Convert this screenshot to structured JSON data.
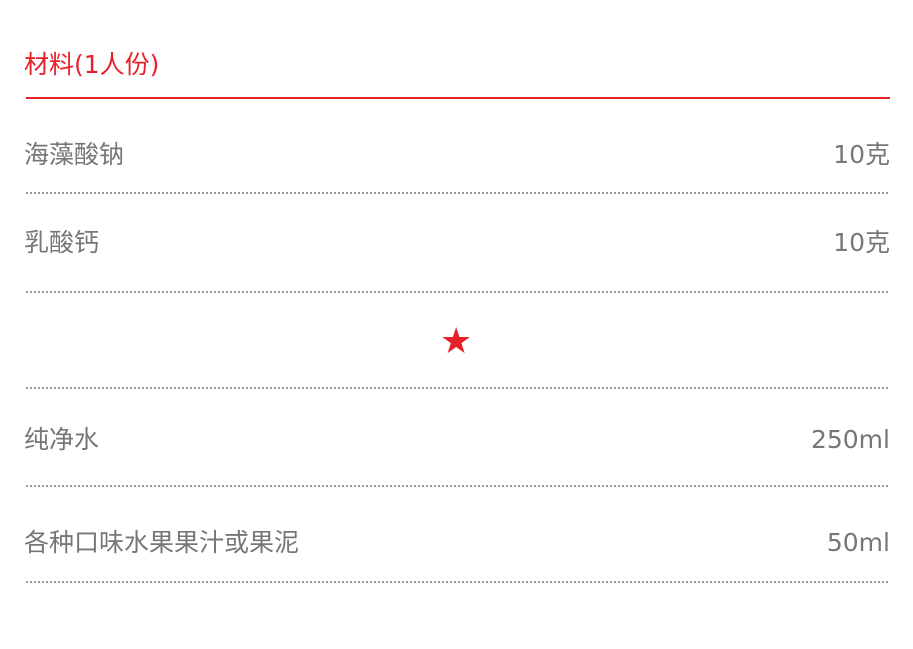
{
  "title": "材料(1人份)",
  "ingredients": [
    {
      "name": "海藻酸钠",
      "qty": "10克"
    },
    {
      "name": "乳酸钙",
      "qty": "10克"
    },
    {
      "name": "纯净水",
      "qty": "250ml"
    },
    {
      "name": "各种口味水果果汁或果泥",
      "qty": "50ml"
    }
  ],
  "separator_icon": "star-icon",
  "colors": {
    "accent": "#e8202a",
    "text": "#777777"
  }
}
